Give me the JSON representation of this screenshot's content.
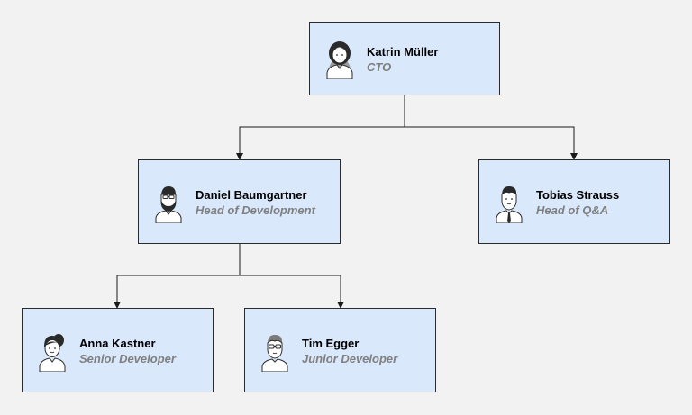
{
  "chart": {
    "nodes": [
      {
        "id": "katrin",
        "name": "Katrin Müller",
        "role": "CTO",
        "avatar_icon": "female-user-icon"
      },
      {
        "id": "daniel",
        "name": "Daniel Baumgartner",
        "role": "Head of Development",
        "avatar_icon": "bearded-male-user-icon"
      },
      {
        "id": "tobias",
        "name": "Tobias Strauss",
        "role": "Head of Q&A",
        "avatar_icon": "male-user-tie-icon"
      },
      {
        "id": "anna",
        "name": "Anna Kastner",
        "role": "Senior Developer",
        "avatar_icon": "female-ponytail-user-icon"
      },
      {
        "id": "tim",
        "name": "Tim Egger",
        "role": "Junior Developer",
        "avatar_icon": "male-glasses-user-icon"
      }
    ],
    "edges": [
      {
        "from": "katrin",
        "to": "daniel"
      },
      {
        "from": "katrin",
        "to": "tobias"
      },
      {
        "from": "daniel",
        "to": "anna"
      },
      {
        "from": "daniel",
        "to": "tim"
      }
    ]
  },
  "colors": {
    "background": "#f2f2f2",
    "node_fill": "#dae8fc",
    "node_border": "#2b2b2b",
    "role_text": "#7f7f7f",
    "connector": "#1a1a1a"
  }
}
